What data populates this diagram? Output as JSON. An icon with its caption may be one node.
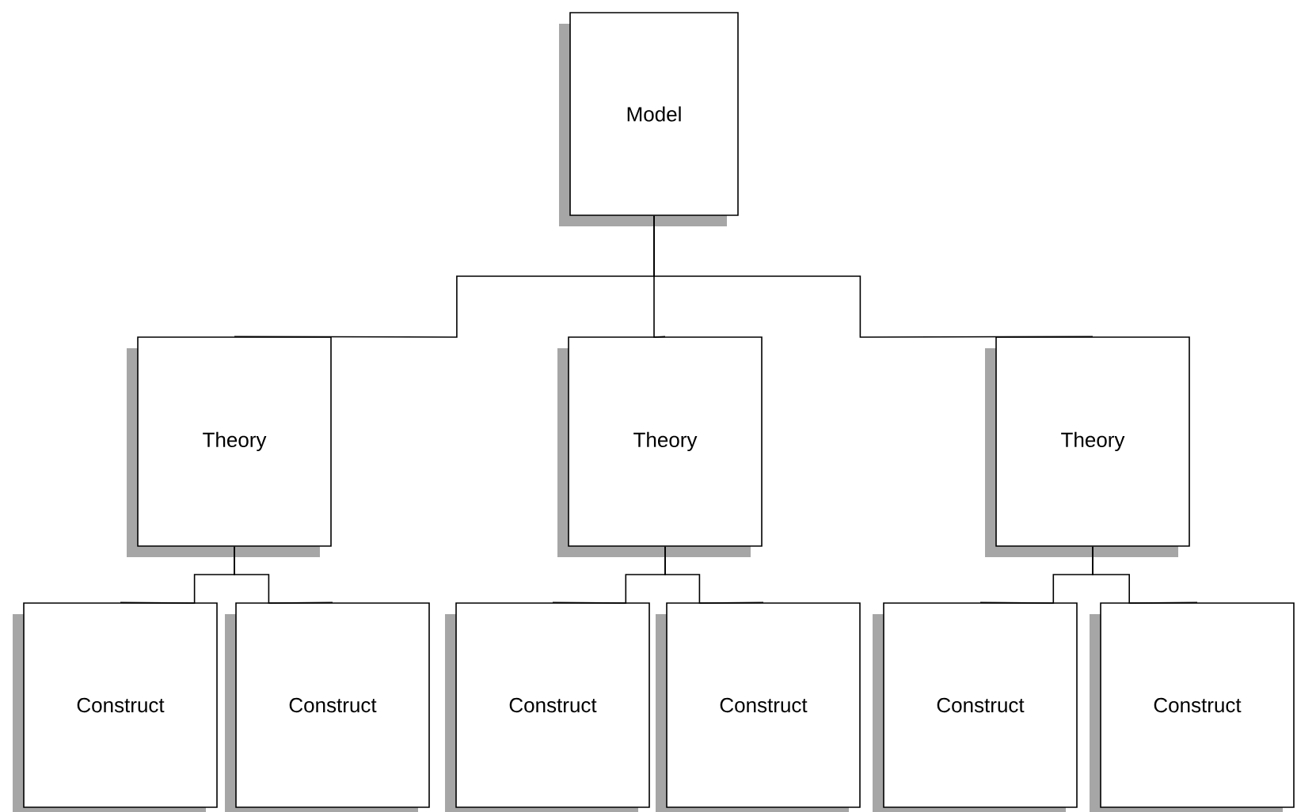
{
  "diagram": {
    "nodes": [
      {
        "text": [
          "Model"
        ]
      },
      {
        "text": [
          "Theory"
        ]
      },
      {
        "text": [
          "Theory"
        ]
      },
      {
        "text": [
          "Theory"
        ]
      },
      {
        "text": [
          "Construct"
        ]
      },
      {
        "text": [
          "Construct"
        ]
      },
      {
        "text": [
          "Construct"
        ]
      },
      {
        "text": [
          "Construct"
        ]
      },
      {
        "text": [
          "Construct"
        ]
      },
      {
        "text": [
          "Construct"
        ]
      }
    ],
    "edges": [
      {
        "from": 0,
        "to": 1,
        "arrow": "none"
      },
      {
        "from": 0,
        "to": 2,
        "arrow": "none"
      },
      {
        "from": 0,
        "to": 3,
        "arrow": "none"
      },
      {
        "from": 1,
        "to": 4,
        "arrow": "none"
      },
      {
        "from": 1,
        "to": 5,
        "arrow": "none"
      },
      {
        "from": 2,
        "to": 6,
        "arrow": "none"
      },
      {
        "from": 2,
        "to": 7,
        "arrow": "none"
      },
      {
        "from": 3,
        "to": 8,
        "arrow": "none"
      },
      {
        "from": 3,
        "to": 9,
        "arrow": "none"
      }
    ]
  }
}
